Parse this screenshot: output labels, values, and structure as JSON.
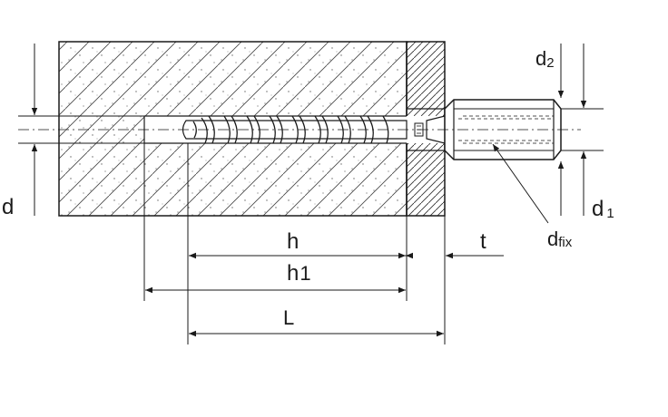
{
  "labels": {
    "d": "d",
    "d2_main": "d",
    "d2_sub": "2",
    "d1_main": "d",
    "d1_sub": "1",
    "dfix_main": "d",
    "dfix_sub": "fix",
    "h": "h",
    "h1_main": "h",
    "h1_sub": "1",
    "t": "t",
    "L": "L"
  },
  "colors": {
    "line": "#1a1a1a",
    "hatch": "#555555",
    "background": "#ffffff"
  }
}
